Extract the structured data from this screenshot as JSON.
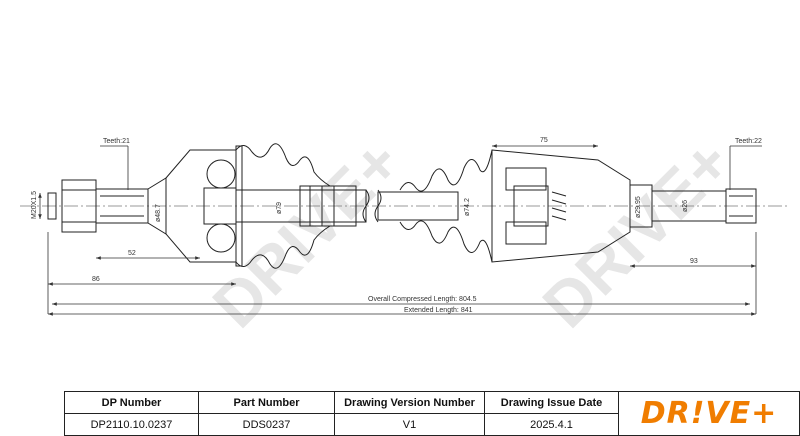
{
  "drawing": {
    "watermark": "DRIVE+",
    "teeth_left": "Teeth:21",
    "teeth_right": "Teeth:22",
    "thread_left": "M20X1.5",
    "dim_52": "52",
    "dim_86": "86",
    "dim_75": "75",
    "dim_93": "93",
    "dia_48_7": "ø48.7",
    "dia_79": "ø79",
    "dia_74_2": "ø74.2",
    "dia_29_95": "ø29.95",
    "dia_26": "ø26",
    "overall_compressed": "Overall  Compressed  Length: 804.5",
    "extended_length": "Extended  Length: 841"
  },
  "title_block": {
    "headers": [
      "DP Number",
      "Part Number",
      "Drawing Version Number",
      "Drawing Issue Date"
    ],
    "values": [
      "DP2110.10.0237",
      "DDS0237",
      "V1",
      "2025.4.1"
    ],
    "logo": "DR!VE+",
    "logo_color": "#f07d00"
  }
}
